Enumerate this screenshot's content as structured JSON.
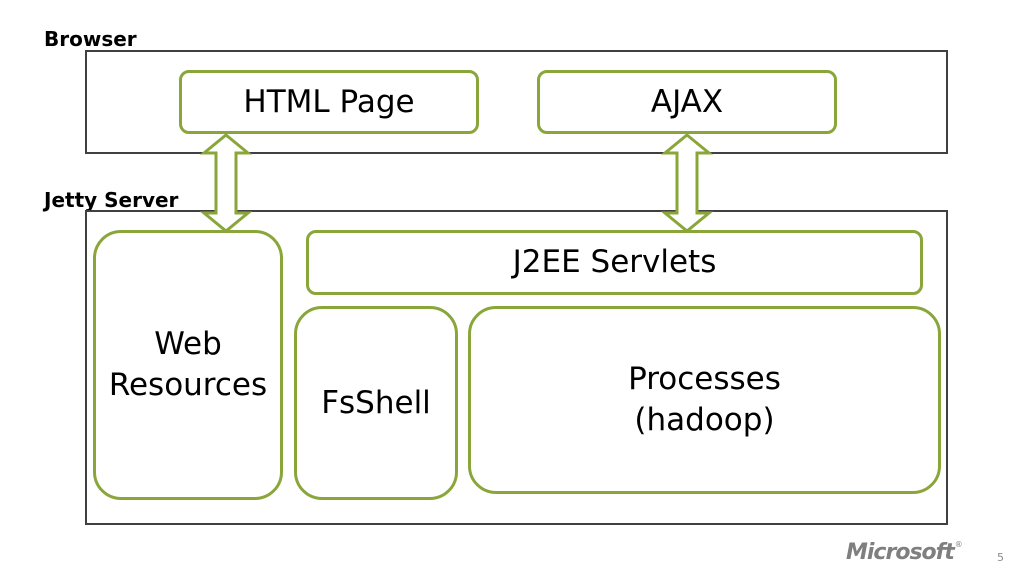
{
  "browser": {
    "label": "Browser",
    "html_page": "HTML Page",
    "ajax": "AJAX"
  },
  "server": {
    "label": "Jetty Server",
    "web_resources": "Web\nResources",
    "j2ee_servlets": "J2EE Servlets",
    "fsshell": "FsShell",
    "processes": "Processes\n(hadoop)"
  },
  "footer": {
    "logo_text": "Microsoft",
    "page_number": "5"
  },
  "colors": {
    "box_border": "#8aa63a",
    "frame_border": "#404040",
    "logo": "#7f7f7f"
  },
  "icons": [
    "double-arrow-icon",
    "double-arrow-icon"
  ]
}
